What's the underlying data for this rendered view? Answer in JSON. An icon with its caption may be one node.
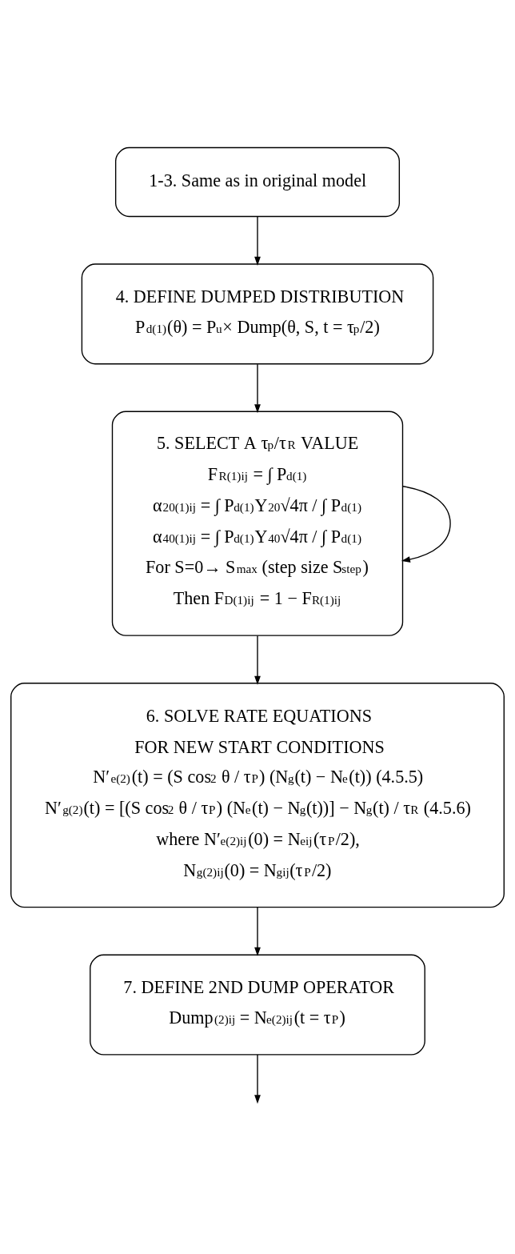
{
  "diagram": {
    "nodes": [
      {
        "text": [
          "1-3. Same as in original model"
        ]
      },
      {
        "text": [
          "4. DEFINE DUMPED DISTRIBUTION",
          "P$_{d(1)}$(θ) = P$_{u}$× Dump(θ, S, t = τ$_{p}$/2)"
        ]
      },
      {
        "text": [
          "5. SELECT A τ$_{p}$/τ$_{R}$ VALUE",
          "F$_{R(1)ij}$ = ∫ P$_{d(1)}$",
          "α$_{20(1)ij}$ = ∫ P$_{d(1)}$Y$_{20}$√4π / ∫ P$_{d(1)}$",
          "α$_{40(1)ij}$ = ∫ P$_{d(1)}$Y$_{40}$√4π / ∫ P$_{d(1)}$",
          "For S=0→ S$_{max}$ (step size S$_{step}$)",
          "Then F$_{D(1)ij}$ = 1 − F$_{R(1)ij}$"
        ]
      },
      {
        "text": [
          "6. SOLVE RATE EQUATIONS",
          "FOR NEW START CONDITIONS",
          "N′$_{e(2)}$(t) = (S cos$^{2}$ θ / τ$_{P}$) (N$_{g}$(t) − N$_{e}$(t)) (4.5.5)",
          "N′$_{g(2)}$(t) = [(S cos$^{2}$ θ / τ$_{P}$) (N$_{e}$(t) − N$_{g}$(t))] − N$_{g}$(t) / τ$_{R}$ (4.5.6)",
          "where N′$_{e(2)ij}$(0) = N$_{eij}$(τ$_{P}$/2),",
          "N$_{g(2)ij}$(0) = N$_{gij}$(τ$_{P}$/2)"
        ]
      },
      {
        "text": [
          "7. DEFINE 2ND DUMP OPERATOR",
          "Dump$_{(2)ij}$ = N$_{e(2)ij}$(t = τ$_{P}$)"
        ]
      }
    ],
    "edges": [
      {
        "from": 0,
        "to": 1,
        "arrow": "to"
      },
      {
        "from": 1,
        "to": 2,
        "arrow": "to"
      },
      {
        "from": 2,
        "to": 2,
        "arrow": "to"
      },
      {
        "from": 2,
        "to": 3,
        "arrow": "to"
      },
      {
        "from": 3,
        "to": 4,
        "arrow": "to"
      },
      {
        "from": 4,
        "to": null,
        "arrow": "to"
      }
    ]
  }
}
